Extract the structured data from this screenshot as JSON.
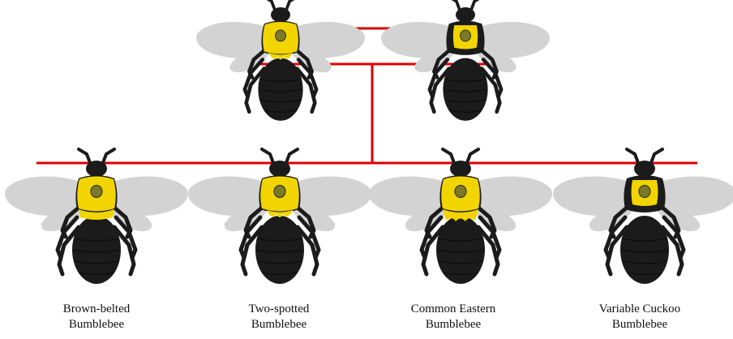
{
  "colors": {
    "wing": "#d3d3d3",
    "body": "#1b1b1b",
    "yellow": "#f2d500",
    "spot": "#7c7a2a",
    "spot_stroke": "#3a3a10",
    "connector": "#dd0000"
  },
  "parents": [
    {
      "id": "parent-left",
      "pattern": "two-spotted"
    },
    {
      "id": "parent-right",
      "pattern": "shield-only"
    }
  ],
  "children": [
    {
      "id": "brown-belted",
      "pattern": "full-thorax",
      "label_line1": "Brown-belted",
      "label_line2": "Bumblebee"
    },
    {
      "id": "two-spotted",
      "pattern": "two-spotted",
      "label_line1": "Two-spotted",
      "label_line2": "Bumblebee"
    },
    {
      "id": "common-eastern",
      "pattern": "yellow-band",
      "label_line1": "Common Eastern",
      "label_line2": "Bumblebee"
    },
    {
      "id": "variable-cuckoo",
      "pattern": "shield-only",
      "label_line1": "Variable Cuckoo",
      "label_line2": "Bumblebee"
    }
  ]
}
